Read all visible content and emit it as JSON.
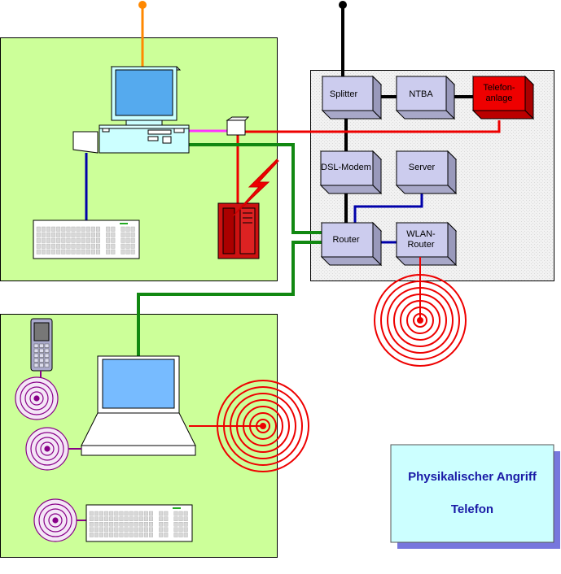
{
  "network_boxes": {
    "splitter": "Splitter",
    "ntba": "NTBA",
    "telefonanlage_line1": "Telefon-",
    "telefonanlage_line2": "anlage",
    "dsl_modem": "DSL-Modem",
    "server": "Server",
    "router": "Router",
    "wlan_router_line1": "WLAN-",
    "wlan_router_line2": "Router"
  },
  "info_box": {
    "title": "Physikalischer Angriff",
    "subtitle": "Telefon"
  },
  "colors": {
    "zone_green": "#ccff99",
    "network_panel": "#f0f0f0",
    "box_face": "#ccccee",
    "telefonanlage": "#ee0000",
    "info_box": "#ccffff",
    "info_shadow": "#7777dd",
    "info_text": "#1a1aa6",
    "cable_black": "#000000",
    "cable_red": "#ee0000",
    "cable_green": "#118811",
    "cable_blue": "#0000aa",
    "cable_magenta": "#ff33ff",
    "cable_orange": "#ff8800",
    "wireless_purple": "#880088"
  }
}
